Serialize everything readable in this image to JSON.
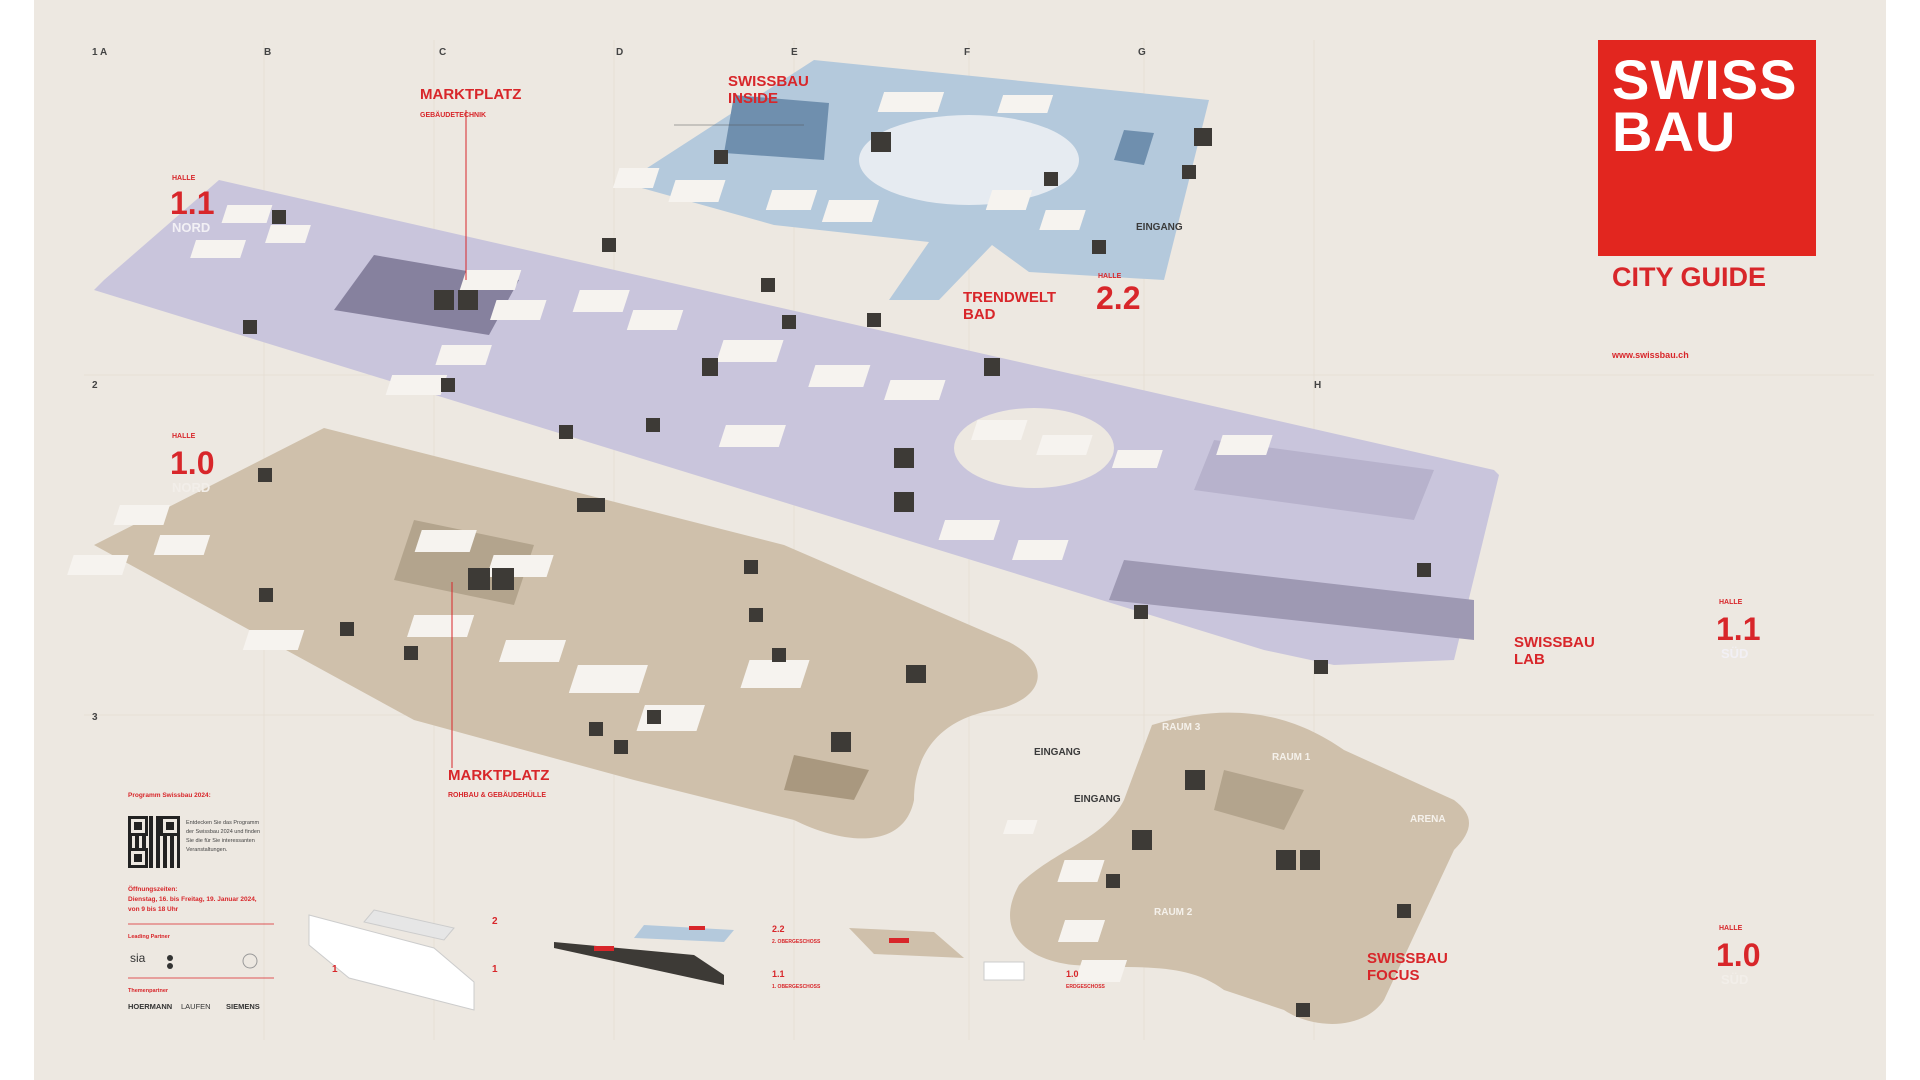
{
  "logo": {
    "line1": "SWISS",
    "line2": "BAU"
  },
  "subtitle": "CITY GUIDE",
  "website": "www.swissbau.ch",
  "grid": {
    "columns": [
      "1 A",
      "B",
      "C",
      "D",
      "E",
      "F",
      "G",
      "H"
    ],
    "rows": [
      "2",
      "3"
    ]
  },
  "halls": {
    "h11_nord": {
      "label": "HALLE",
      "number": "1.1",
      "wing": "NORD"
    },
    "h10_nord": {
      "label": "HALLE",
      "number": "1.0",
      "wing": "NORD"
    },
    "h22": {
      "label": "HALLE",
      "number": "2.2"
    },
    "h11_sued": {
      "label": "HALLE",
      "number": "1.1",
      "wing": "SÜD"
    },
    "h10_sued": {
      "label": "HALLE",
      "number": "1.0",
      "wing": "SÜD"
    }
  },
  "zones": {
    "marktplatz_top": {
      "title": "MARKTPLATZ",
      "sub": "GEBÄUDETECHNIK"
    },
    "marktplatz_bottom": {
      "title": "MARKTPLATZ",
      "sub": "ROHBAU & GEBÄUDEHÜLLE"
    },
    "swissbau_inside": {
      "line1": "SWISSBAU",
      "line2": "INSIDE"
    },
    "trendwelt_bad": {
      "line1": "TRENDWELT",
      "line2": "BAD"
    },
    "swissbau_lab": {
      "line1": "SWISSBAU",
      "line2": "LAB"
    },
    "swissbau_focus": {
      "line1": "SWISSBAU",
      "line2": "FOCUS"
    }
  },
  "entrances": {
    "e1": "EINGANG",
    "e2": "EINGANG",
    "e3": "EINGANG"
  },
  "rooms": {
    "raum1": "RAUM 1",
    "raum2": "RAUM 2",
    "raum3": "RAUM 3",
    "arena": "ARENA"
  },
  "programme": {
    "heading": "Programm Swissbau 2024:",
    "qr_text": [
      "Entdecken Sie das Programm",
      "der Swissbau 2024 und finden",
      "Sie die für Sie interessanten",
      "Veranstaltungen."
    ],
    "hours_heading": "Öffnungszeiten:",
    "hours_lines": [
      "Dienstag, 16. bis Freitag, 19. Januar 2024,",
      "von 9 bis 18 Uhr"
    ],
    "leading_partner": "Leading Partner",
    "partners": [
      "sia"
    ],
    "theme_partner": "Themenpartner",
    "sponsors": [
      "HOERMANN",
      "LAUFEN",
      "SIEMENS"
    ]
  },
  "levels": {
    "l22": {
      "num": "2.2",
      "name": "2. OBERGESCHOSS"
    },
    "l11": {
      "num": "1.1",
      "name": "1. OBERGESCHOSS"
    },
    "l10": {
      "num": "1.0",
      "name": "ERDGESCHOSS"
    },
    "iso_labels": {
      "a": "2",
      "b": "1",
      "c": "1"
    }
  },
  "colors": {
    "background": "#ede8e1",
    "hall_purple": "#c9c5dc",
    "hall_blue": "#b4c9dc",
    "hall_beige": "#cfc0ab",
    "brand_red": "#e2261f",
    "icon_dark": "#3d3a36"
  }
}
